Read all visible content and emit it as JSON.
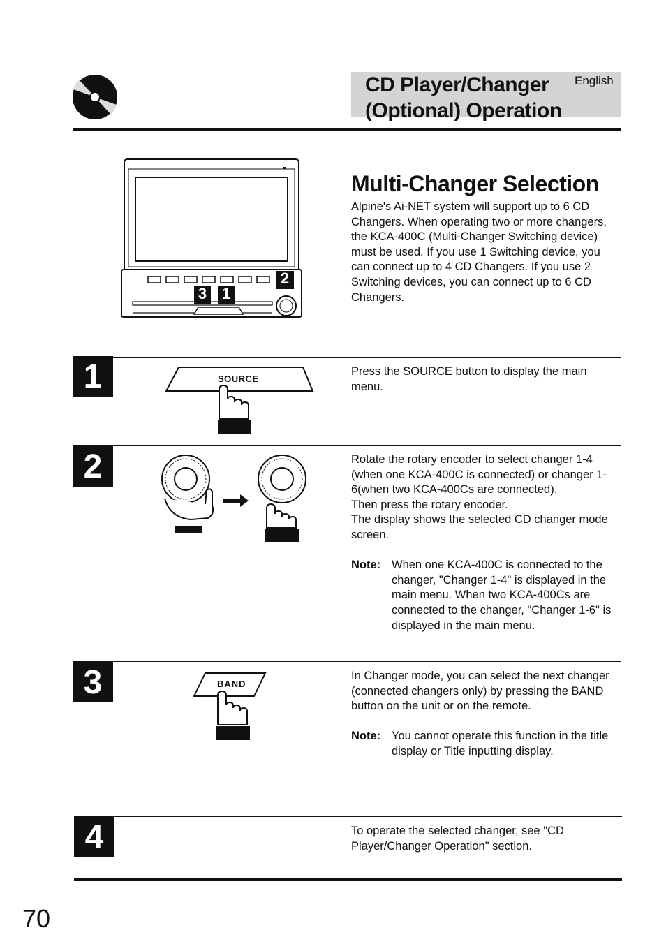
{
  "header": {
    "title_line1": "CD Player/Changer",
    "title_line2": "(Optional) Operation",
    "language": "English",
    "icon": "cd-disc-icon"
  },
  "section": {
    "heading": "Multi-Changer Selection",
    "intro": "Alpine's Ai-NET system will support up to 6 CD Changers. When operating two or more changers, the KCA-400C (Multi-Changer Switching device) must be used. If you use 1 Switching device, you can connect up to 4 CD Changers. If you use 2 Switching devices, you can connect up to 6 CD Changers.",
    "unit_callouts": [
      "3",
      "1",
      "2"
    ]
  },
  "steps": [
    {
      "number": "1",
      "button_label": "SOURCE",
      "text": "Press the SOURCE button to display the main menu."
    },
    {
      "number": "2",
      "text_lines": [
        "Rotate the rotary encoder to select changer 1-4 (when one KCA-400C is connected) or changer 1-6(when two KCA-400Cs are connected).",
        "Then press the rotary encoder.",
        "The display shows the selected CD changer mode screen."
      ],
      "note_label": "Note:",
      "note_text": "When one KCA-400C is connected to the changer, \"Changer 1-4\" is displayed in the main menu. When two KCA-400Cs are connected to the changer, \"Changer 1-6\" is displayed in the main menu."
    },
    {
      "number": "3",
      "button_label": "BAND",
      "text": "In Changer mode, you can select the next changer (connected changers only) by pressing the BAND button on the unit or on the remote.",
      "note_label": "Note:",
      "note_text": "You cannot operate this function in the title display or Title inputting display."
    },
    {
      "number": "4",
      "text": "To operate the selected changer, see \"CD Player/Changer Operation\" section."
    }
  ],
  "footer": {
    "page_number": "70"
  }
}
